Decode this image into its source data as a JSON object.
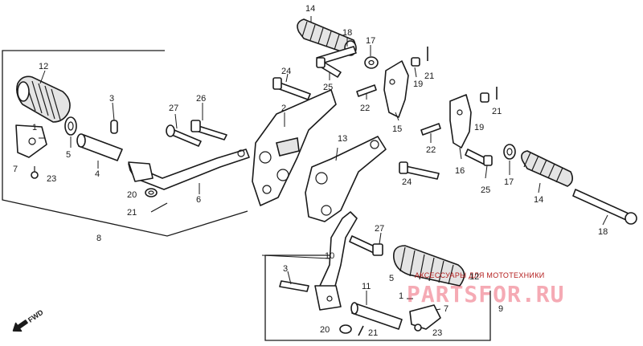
{
  "callouts": {
    "c1a": "1",
    "c1b": "1",
    "c2": "2",
    "c3a": "3",
    "c3b": "3",
    "c4": "4",
    "c5a": "5",
    "c5b": "5",
    "c6": "6",
    "c7a": "7",
    "c7b": "7",
    "c8": "8",
    "c9": "9",
    "c10": "10",
    "c11": "11",
    "c12a": "12",
    "c12b": "12",
    "c13": "13",
    "c14a": "14",
    "c14b": "14",
    "c15": "15",
    "c16": "16",
    "c17a": "17",
    "c17b": "17",
    "c18a": "18",
    "c18b": "18",
    "c19a": "19",
    "c19b": "19",
    "c20a": "20",
    "c20b": "20",
    "c21a": "21",
    "c21b": "21",
    "c21c": "21",
    "c21d": "21",
    "c22a": "22",
    "c22b": "22",
    "c23a": "23",
    "c23b": "23",
    "c24a": "24",
    "c24b": "24",
    "c25a": "25",
    "c25b": "25",
    "c26": "26",
    "c27a": "27",
    "c27b": "27"
  },
  "forward_marker": "FWD",
  "watermark": {
    "tagline": "АКСЕССУАРЫ ДЛЯ МОТОТЕХНИКИ",
    "logo": "PARTSFOR.RU",
    "color": "#e6203a"
  }
}
